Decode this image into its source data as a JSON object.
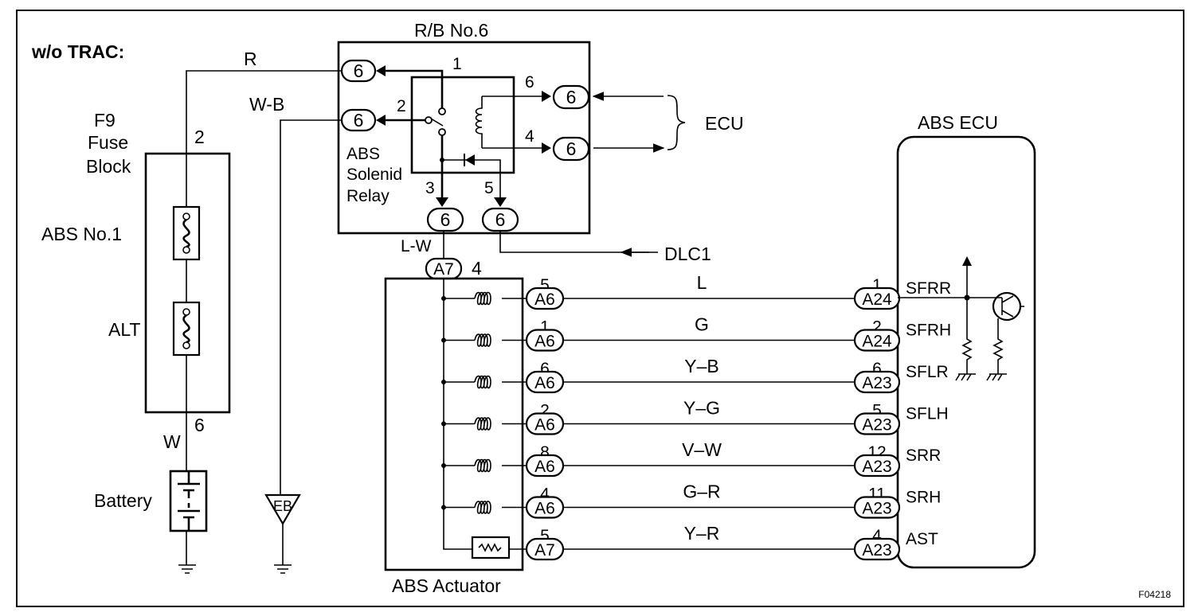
{
  "variant": "w/o TRAC:",
  "figure_id": "F04218",
  "relay_block": {
    "title": "R/B No.6",
    "relay_label": [
      "ABS",
      "Solenid",
      "Relay"
    ],
    "connector": "6",
    "pins": [
      "1",
      "2",
      "3",
      "4",
      "5",
      "6"
    ]
  },
  "ecu_group_label": "ECU",
  "dlc_label": "DLC1",
  "fuse_block": {
    "title": [
      "F9",
      "Fuse",
      "Block"
    ],
    "fuses": [
      "ABS No.1",
      "ALT"
    ],
    "pin_top": "2",
    "pin_bottom": "6"
  },
  "battery_label": "Battery",
  "ground_label": "EB",
  "wire_colors": {
    "power": "R",
    "ground": "W-B",
    "battery": "W",
    "actuator_supply": "L-W"
  },
  "actuator": {
    "title": "ABS Actuator",
    "supply_connector": "A7",
    "supply_pin": "4"
  },
  "abs_ecu": {
    "title": "ABS ECU"
  },
  "circuits": [
    {
      "act_pin": "5",
      "act_conn": "A6",
      "color": "L",
      "ecu_pin": "1",
      "ecu_conn": "A24",
      "signal": "SFRR"
    },
    {
      "act_pin": "1",
      "act_conn": "A6",
      "color": "G",
      "ecu_pin": "2",
      "ecu_conn": "A24",
      "signal": "SFRH"
    },
    {
      "act_pin": "6",
      "act_conn": "A6",
      "color": "Y–B",
      "ecu_pin": "6",
      "ecu_conn": "A23",
      "signal": "SFLR"
    },
    {
      "act_pin": "2",
      "act_conn": "A6",
      "color": "Y–G",
      "ecu_pin": "5",
      "ecu_conn": "A23",
      "signal": "SFLH"
    },
    {
      "act_pin": "8",
      "act_conn": "A6",
      "color": "V–W",
      "ecu_pin": "12",
      "ecu_conn": "A23",
      "signal": "SRR"
    },
    {
      "act_pin": "4",
      "act_conn": "A6",
      "color": "G–R",
      "ecu_pin": "11",
      "ecu_conn": "A23",
      "signal": "SRH"
    },
    {
      "act_pin": "5",
      "act_conn": "A7",
      "color": "Y–R",
      "ecu_pin": "4",
      "ecu_conn": "A23",
      "signal": "AST"
    }
  ]
}
